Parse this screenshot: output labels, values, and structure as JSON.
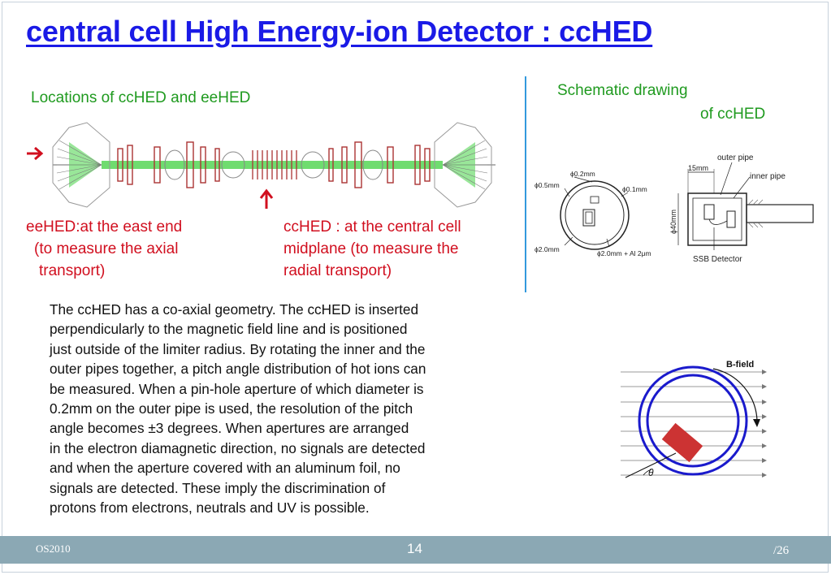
{
  "title": "central cell High Energy-ion Detector : ccHED",
  "locations_label": "Locations of ccHED and eeHED",
  "schematic_label_line1": "Schematic drawing",
  "schematic_label_line2": "of ccHED",
  "eehed_lines": [
    "eeHED:at the east end",
    "(to measure the axial",
    "transport)"
  ],
  "cched_lines": [
    "ccHED : at the central cell",
    "midplane  (to measure the",
    "radial transport)"
  ],
  "body_lines": [
    "The ccHED has a co-axial geometry. The ccHED is inserted",
    "perpendicularly to the magnetic field line and is positioned",
    "just outside of the limiter radius. By rotating the inner and the",
    "outer pipes together, a pitch angle distribution of hot ions can",
    "be measured.  When a pin-hole aperture of which diameter is",
    "0.2mm on the outer pipe is used, the resolution of the pitch",
    "angle becomes ±3 degrees. When apertures are arranged",
    "in the electron diamagnetic direction, no signals are detected",
    "and when the aperture covered with an aluminum foil, no",
    "signals are detected. These imply the discrimination of",
    "protons from electrons, neutrals and UV is possible."
  ],
  "schematic": {
    "phi_0_2": "ϕ0.2mm",
    "phi_0_5": "ϕ0.5mm",
    "phi_0_1": "ϕ0.1mm",
    "phi_2_0": "ϕ2.0mm",
    "phi_2_0_al": "ϕ2.0mm + Al 2μm",
    "dim_15": "15mm",
    "dim_40": "ϕ40mm",
    "outer_pipe": "outer pipe",
    "inner_pipe": "inner pipe",
    "ssb": "SSB Detector"
  },
  "bfield_label": "B-field",
  "theta_label": "θ",
  "footer": {
    "left": "OS2010",
    "page": "14",
    "total": "/26"
  },
  "colors": {
    "title": "#1a1ae6",
    "green_text": "#1f9a1f",
    "red_text": "#d10f1f",
    "divider": "#3399dd",
    "footer_bar": "#8ba8b4",
    "ring": "#1a1acc",
    "detector": "#cc3333"
  },
  "icons": [
    "arrow-right-icon",
    "arrow-up-icon"
  ]
}
